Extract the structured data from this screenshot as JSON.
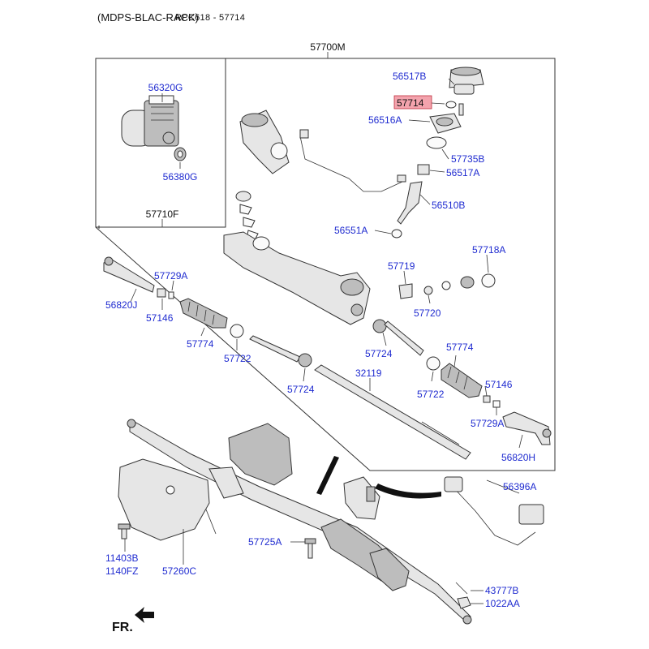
{
  "header": {
    "title": "(MDPS-BLAC-RACK)",
    "subtitle": "RPC618 - 57714"
  },
  "assembly": {
    "main_label": "57700M",
    "sub_label": "57710F"
  },
  "labels": {
    "l56320G": "56320G",
    "l56380G": "56380G",
    "l56517B": "56517B",
    "l57714": "57714",
    "l56516A": "56516A",
    "l57735B": "57735B",
    "l56517A": "56517A",
    "l56510B": "56510B",
    "l56551A": "56551A",
    "l57718A": "57718A",
    "l57719": "57719",
    "l57720": "57720",
    "l57729A_left": "57729A",
    "l56820J": "56820J",
    "l57146_left": "57146",
    "l57774_left": "57774",
    "l57722_left": "57722",
    "l57724_left": "57724",
    "l32119": "32119",
    "l57724_right": "57724",
    "l57774_right": "57774",
    "l57722_right": "57722",
    "l57146_right": "57146",
    "l57729A_right": "57729A",
    "l56820H": "56820H",
    "l56396A": "56396A",
    "l57725A": "57725A",
    "l11403B": "11403B",
    "l1140FZ": "1140FZ",
    "l57260C": "57260C",
    "l43777B": "43777B",
    "l1022AA": "1022AA",
    "fr": "FR."
  },
  "highlight_color": "#f3a3ad",
  "label_color": "#1f2bd0"
}
